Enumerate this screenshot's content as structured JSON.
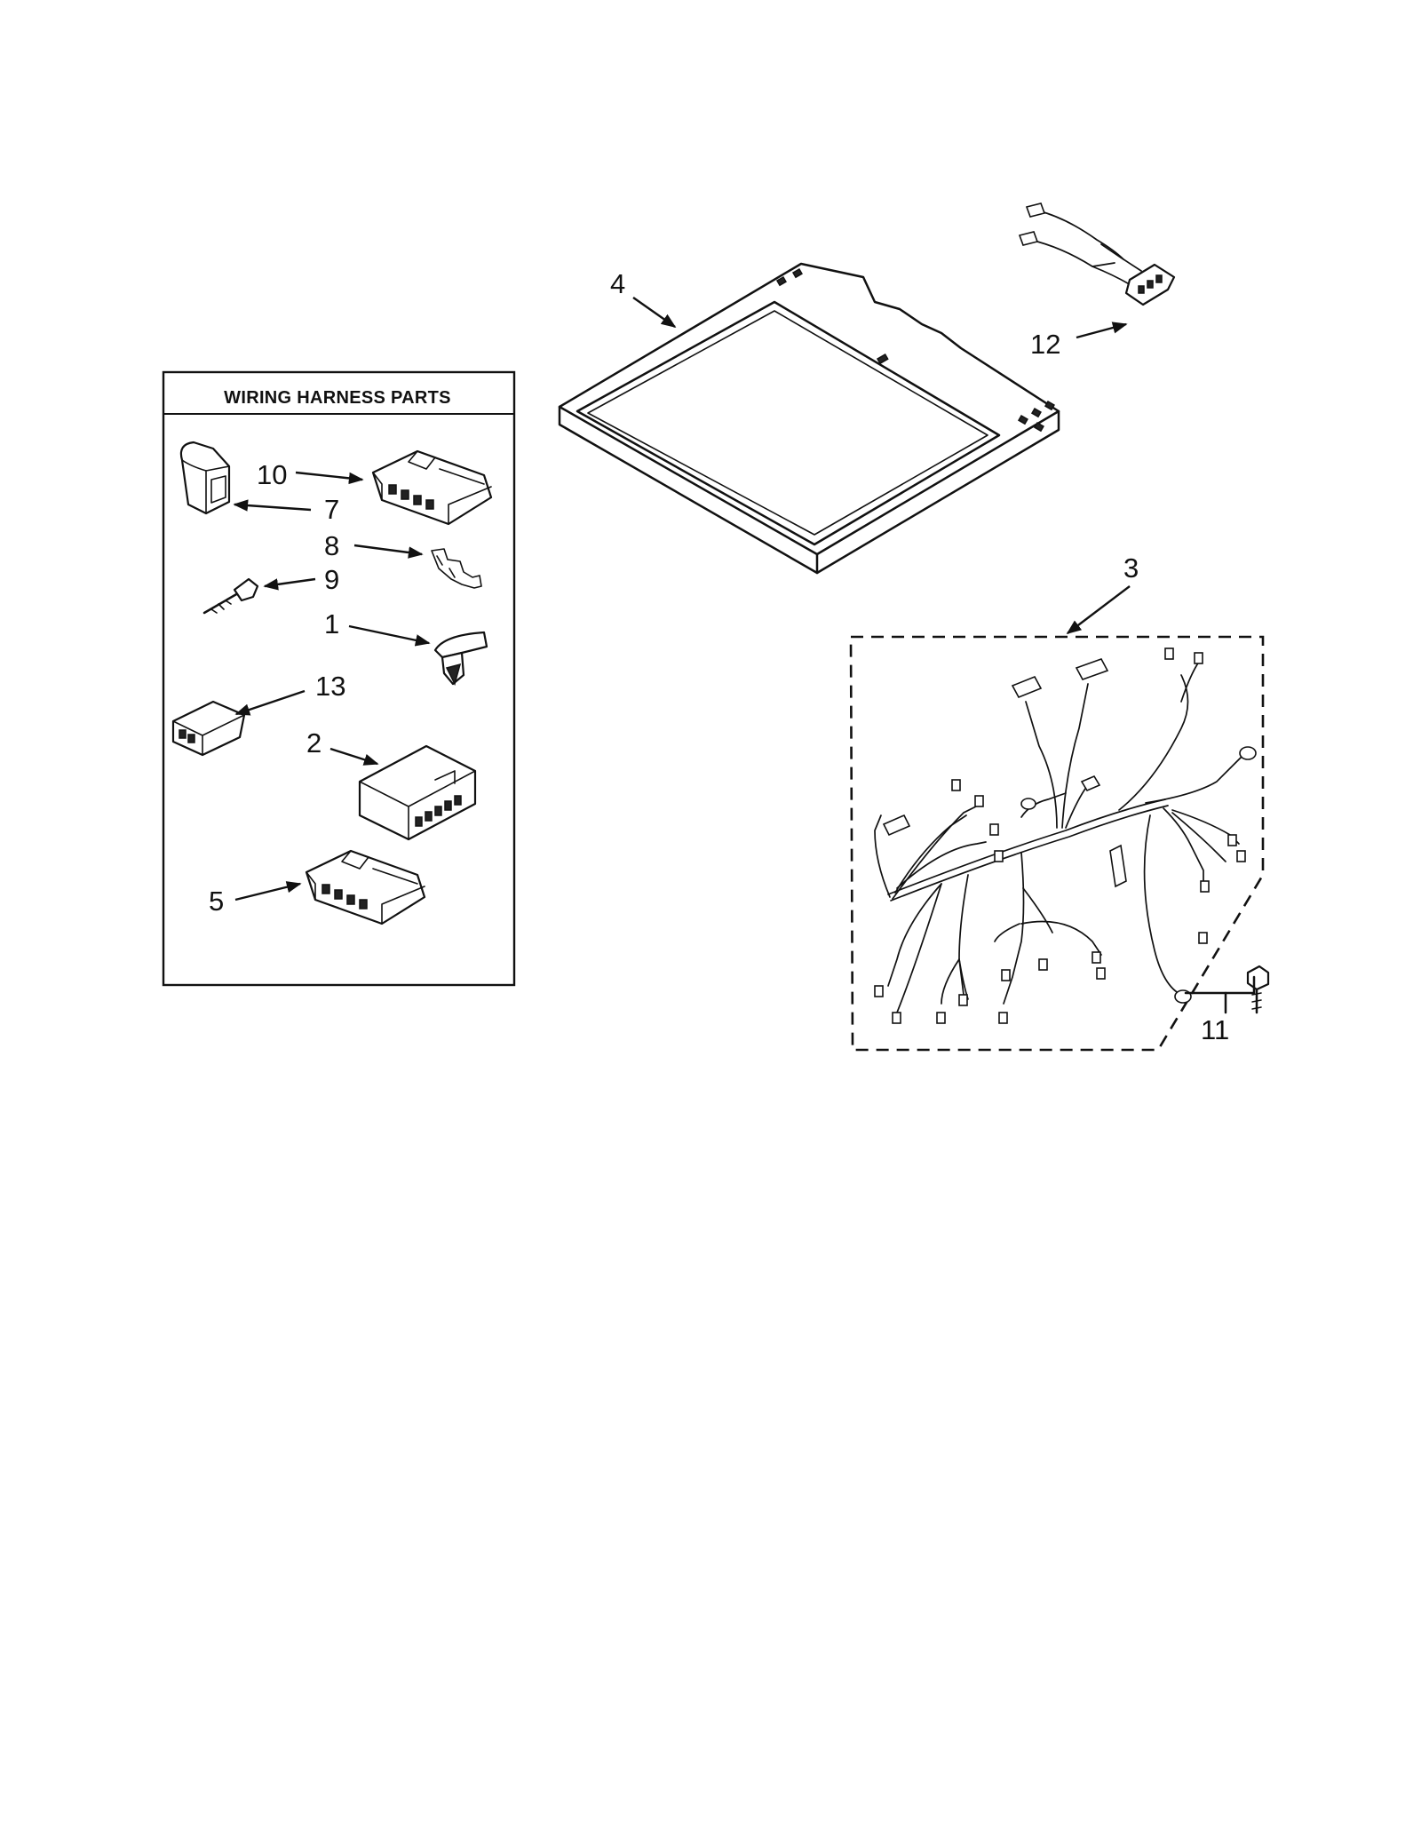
{
  "wiring_harness_box": {
    "title": "WIRING HARNESS PARTS"
  },
  "callouts": {
    "c1": "1",
    "c2": "2",
    "c3": "3",
    "c4": "4",
    "c5": "5",
    "c7": "7",
    "c8": "8",
    "c9": "9",
    "c10": "10",
    "c11": "11",
    "c12": "12",
    "c13": "13"
  }
}
